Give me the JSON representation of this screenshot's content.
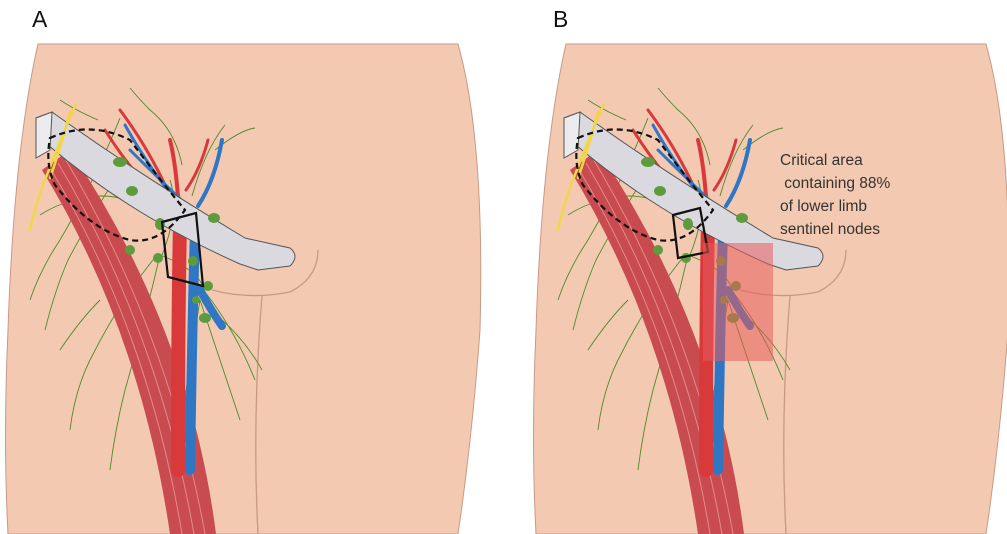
{
  "panels": [
    {
      "label": "A"
    },
    {
      "label": "B"
    }
  ],
  "callout": {
    "lines": [
      "Critical area",
      " containing 88%",
      "of lower limb",
      "sentinel nodes"
    ]
  },
  "colors": {
    "skin": "#f3c9b2",
    "skin_outline": "#c89a86",
    "muscle": "#c84b50",
    "artery": "#d8393b",
    "vein": "#2f76c5",
    "lymph_node": "#5d9b3c",
    "lymph_vessel": "#4e8a2e",
    "nerve": "#f2d64a",
    "ligament": "#d9d9df",
    "critical_area": "#e85c5c"
  }
}
